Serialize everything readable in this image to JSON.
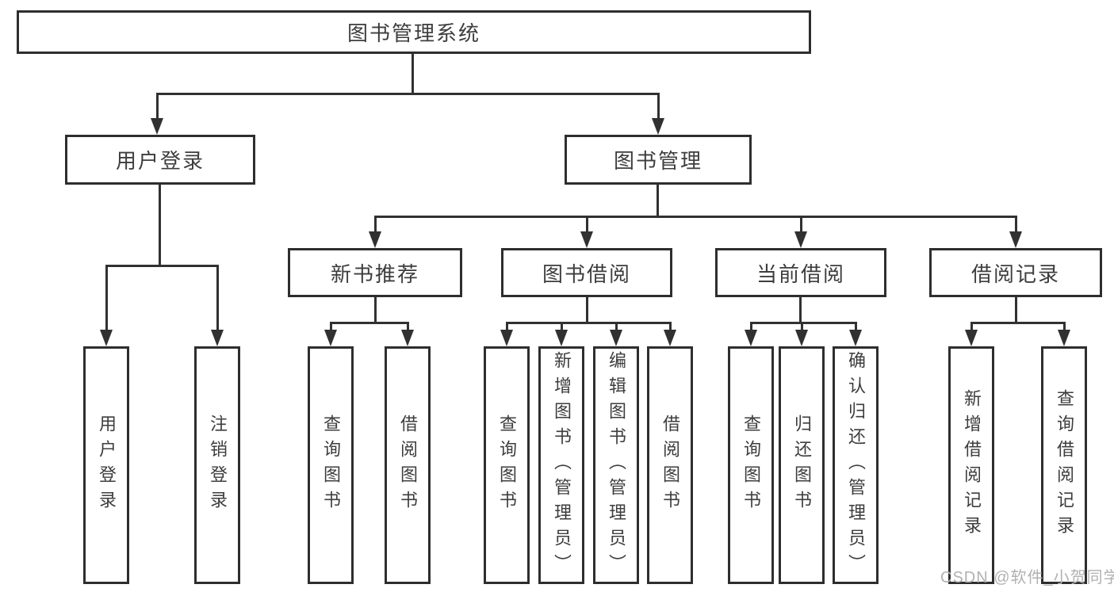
{
  "tree": {
    "root": {
      "label": "图书管理系统"
    },
    "branches": [
      {
        "label": "用户登录",
        "children": [
          {
            "label": "用户登录"
          },
          {
            "label": "注销登录"
          }
        ]
      },
      {
        "label": "图书管理",
        "children": [
          {
            "label": "新书推荐",
            "children": [
              {
                "label": "查询图书"
              },
              {
                "label": "借阅图书"
              }
            ]
          },
          {
            "label": "图书借阅",
            "children": [
              {
                "label": "查询图书"
              },
              {
                "label": "新增图书（管理员）"
              },
              {
                "label": "编辑图书（管理员）"
              },
              {
                "label": "借阅图书"
              }
            ]
          },
          {
            "label": "当前借阅",
            "children": [
              {
                "label": "查询图书"
              },
              {
                "label": "归还图书"
              },
              {
                "label": "确认归还（管理员）"
              }
            ]
          },
          {
            "label": "借阅记录",
            "children": [
              {
                "label": "新增借阅记录"
              },
              {
                "label": "查询借阅记录"
              }
            ]
          }
        ]
      }
    ]
  },
  "watermark": {
    "text": "CSDN @软件_小贺同学"
  },
  "colors": {
    "line": "#313131",
    "border": "#2e2e2e",
    "text": "#3d3d3d",
    "watermark": "#b1b1b1",
    "background": "#ffffff"
  }
}
